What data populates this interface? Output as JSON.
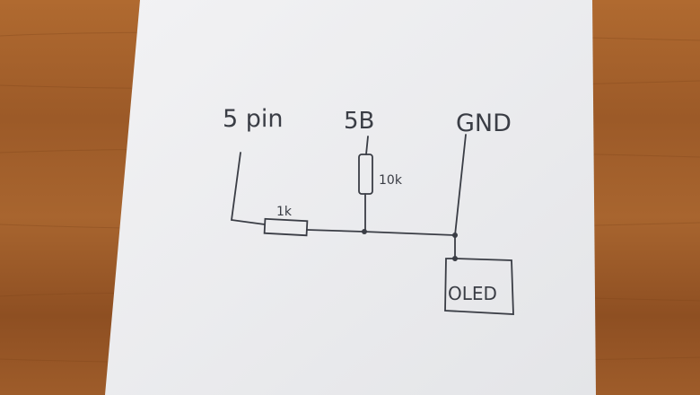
{
  "diagram": {
    "labels": {
      "pin": "5 pin",
      "supply": "5B",
      "ground": "GND",
      "r1": "1k",
      "r2": "10k",
      "device": "OLED"
    }
  },
  "colors": {
    "ink": "#3a3d45",
    "paper": "#eeeef0",
    "wood": "#a8652f"
  }
}
